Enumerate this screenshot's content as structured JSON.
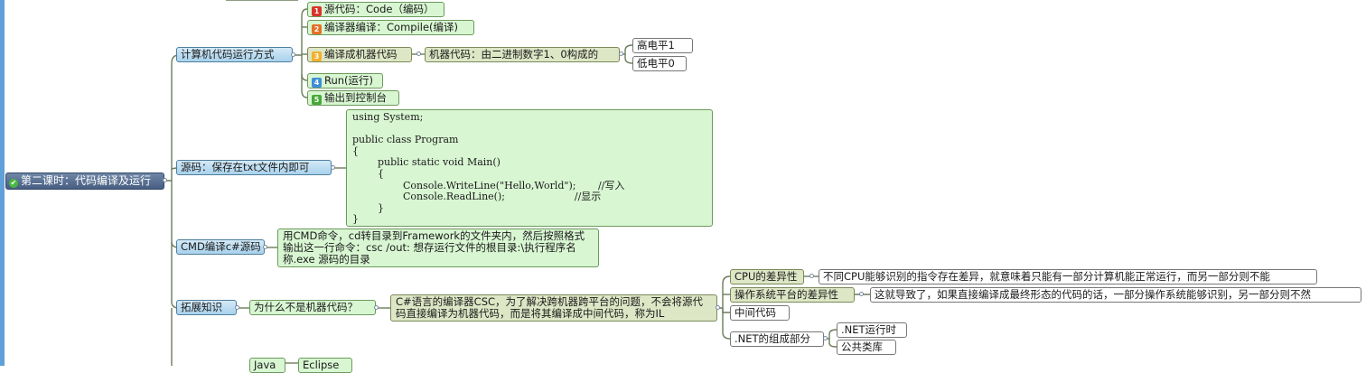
{
  "root": {
    "label": "第二课时：代码编译及运行"
  },
  "branch1": {
    "label": "计算机代码运行方式",
    "steps": [
      {
        "num": "1",
        "label": "源代码：Code（编码）"
      },
      {
        "num": "2",
        "label": "编译器编译：Compile(编译)"
      },
      {
        "num": "3",
        "label": "编译成机器代码"
      },
      {
        "num": "4",
        "label": "Run(运行)"
      },
      {
        "num": "5",
        "label": "输出到控制台"
      }
    ],
    "machine_code": "机器代码：由二进制数字1、0构成的",
    "levels": [
      "高电平1",
      "低电平0"
    ]
  },
  "branch2": {
    "label": "源码：保存在txt文件内即可",
    "code": "using System;\n\npublic class Program\n{\n        public static void Main()\n        {\n                Console.WriteLine(\"Hello,World\");       //写入\n                Console.ReadLine();                      //显示\n        }\n}"
  },
  "branch3": {
    "label": "CMD编译c#源码",
    "detail": "用CMD命令，cd转目录到Framework的文件夹内，然后按照格式输出这一行命令：csc /out: 想存运行文件的根目录:\\执行程序名称.exe    源码的目录"
  },
  "branch4": {
    "label": "拓展知识",
    "question": "为什么不是机器代码？",
    "answer": "C#语言的编译器CSC，为了解决跨机器跨平台的问题，不会将源代码直接编译为机器代码，而是将其编译成中间代码，称为IL",
    "reasons": [
      {
        "label": "CPU的差异性",
        "detail": "不同CPU能够识别的指令存在差异，就意味着只能有一部分计算机能正常运行，而另一部分则不能"
      },
      {
        "label": "操作系统平台的差异性",
        "detail": "这就导致了，如果直接编译成最终形态的代码的话，一部分操作系统能够识别，另一部分则不然"
      },
      {
        "label": "中间代码",
        "detail": ""
      },
      {
        "label": ".NET的组成部分",
        "detail": ""
      }
    ],
    "net_parts": [
      ".NET运行时",
      "公共类库"
    ]
  },
  "bottom": {
    "items": [
      "Java",
      "Eclipse"
    ]
  },
  "colors": {
    "blue_node": "#a9d2ec",
    "green_node": "#d8f6d2",
    "olive_node": "#dde6c5",
    "root": "#475e82",
    "sidebar": "#5fa0d8"
  }
}
